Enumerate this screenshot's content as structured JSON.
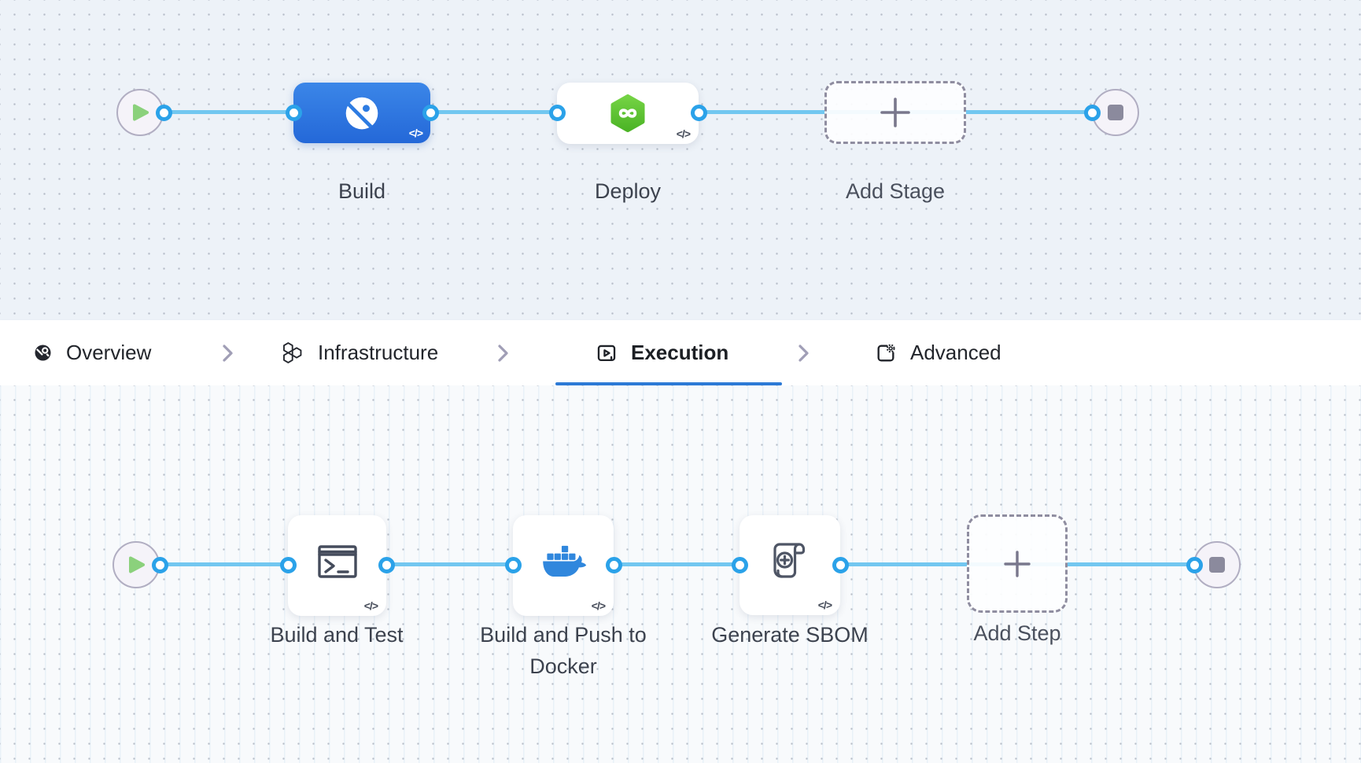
{
  "colors": {
    "top_background": "#edf2f8",
    "bottom_background": "#f8fafc",
    "tab_bar_background": "#ffffff",
    "connector_line": "#72c7f0",
    "port_ring": "#2ba2e9",
    "build_node_blue": "#2e7ce2",
    "deploy_hex_green": "#5fc636",
    "play_green": "#8bd17c",
    "stop_gray": "#8b8a9d",
    "dashed_border": "#8f8da0",
    "active_tab_underline": "#2d7ad6",
    "label_text": "#3c424e"
  },
  "stage_pipeline": {
    "stages": [
      {
        "label": "Build",
        "icon": "ci-build-icon",
        "code_badge": "</>",
        "selected": true
      },
      {
        "label": "Deploy",
        "icon": "cd-deploy-icon",
        "code_badge": "</>",
        "selected": false
      },
      {
        "label": "Add Stage",
        "icon": "plus-icon",
        "placeholder": true
      }
    ]
  },
  "tab_bar": {
    "tabs": [
      {
        "label": "Overview",
        "icon": "overview-icon",
        "active": false
      },
      {
        "label": "Infrastructure",
        "icon": "infrastructure-icon",
        "active": false
      },
      {
        "label": "Execution",
        "icon": "execution-icon",
        "active": true
      },
      {
        "label": "Advanced",
        "icon": "advanced-icon",
        "active": false
      }
    ]
  },
  "execution_pipeline": {
    "steps": [
      {
        "label": "Build and Test",
        "icon": "terminal-icon",
        "code_badge": "</>"
      },
      {
        "label": "Build and Push to Docker",
        "icon": "docker-icon",
        "code_badge": "</>"
      },
      {
        "label": "Generate SBOM",
        "icon": "sbom-scroll-icon",
        "code_badge": "</>"
      },
      {
        "label": "Add Step",
        "icon": "plus-icon",
        "placeholder": true
      }
    ]
  }
}
